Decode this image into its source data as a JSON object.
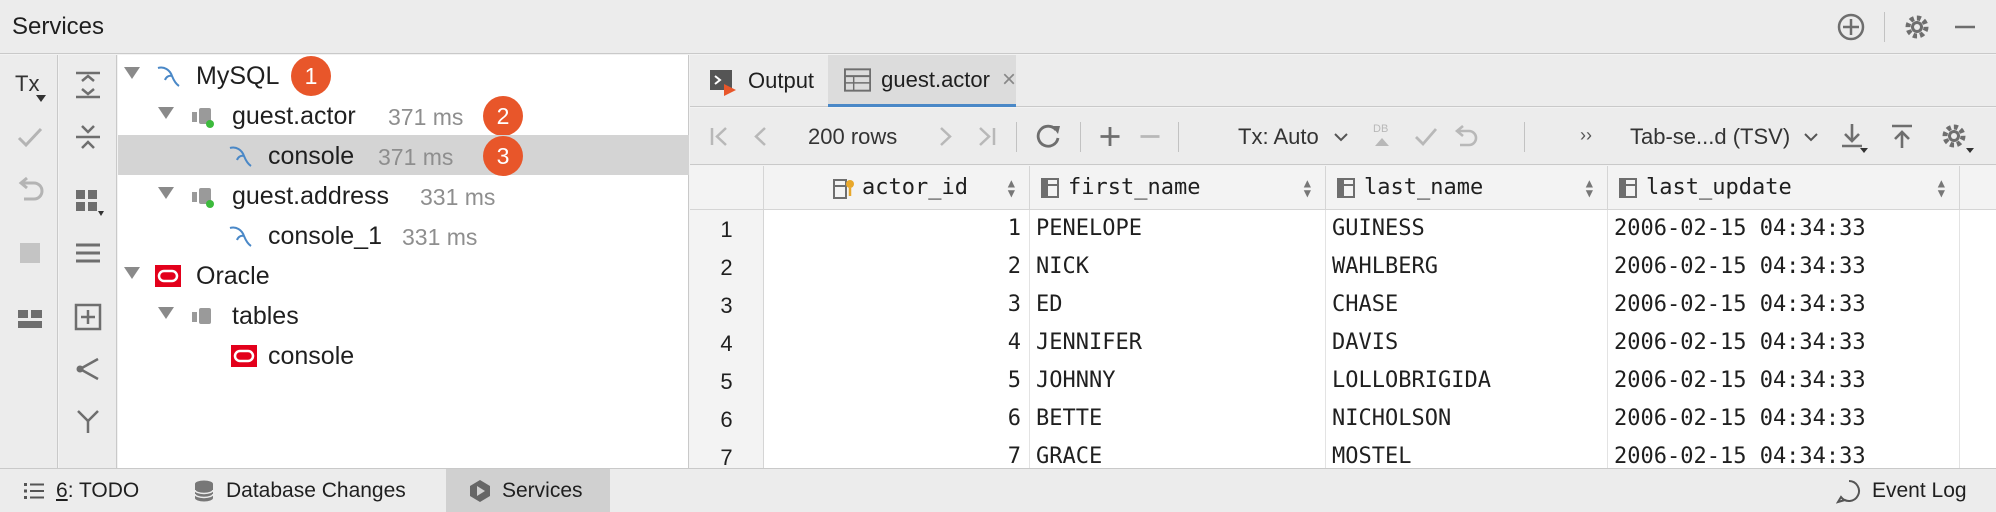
{
  "window": {
    "title": "Services"
  },
  "left_toolbar": {
    "tx_label": "Tx"
  },
  "tree": {
    "items": [
      {
        "label": "MySQL",
        "time": "",
        "badge": "1"
      },
      {
        "label": "guest.actor",
        "time": "371 ms",
        "badge": "2"
      },
      {
        "label": "console",
        "time": "371 ms",
        "badge": "3"
      },
      {
        "label": "guest.address",
        "time": "331 ms",
        "badge": ""
      },
      {
        "label": "console_1",
        "time": "331 ms",
        "badge": ""
      },
      {
        "label": "Oracle",
        "time": "",
        "badge": ""
      },
      {
        "label": "tables",
        "time": "",
        "badge": ""
      },
      {
        "label": "console",
        "time": "",
        "badge": ""
      }
    ]
  },
  "tabs": [
    {
      "label": "Output"
    },
    {
      "label": "guest.actor",
      "close": "×"
    }
  ],
  "toolbar": {
    "rows": "200 rows",
    "tx": "Tx: Auto",
    "format": "Tab-se...d (TSV)"
  },
  "grid": {
    "columns": [
      "actor_id",
      "first_name",
      "last_name",
      "last_update"
    ],
    "rows": [
      {
        "n": "1",
        "actor_id": "1",
        "first_name": "PENELOPE",
        "last_name": "GUINESS",
        "last_update": "2006-02-15 04:34:33"
      },
      {
        "n": "2",
        "actor_id": "2",
        "first_name": "NICK",
        "last_name": "WAHLBERG",
        "last_update": "2006-02-15 04:34:33"
      },
      {
        "n": "3",
        "actor_id": "3",
        "first_name": "ED",
        "last_name": "CHASE",
        "last_update": "2006-02-15 04:34:33"
      },
      {
        "n": "4",
        "actor_id": "4",
        "first_name": "JENNIFER",
        "last_name": "DAVIS",
        "last_update": "2006-02-15 04:34:33"
      },
      {
        "n": "5",
        "actor_id": "5",
        "first_name": "JOHNNY",
        "last_name": "LOLLOBRIGIDA",
        "last_update": "2006-02-15 04:34:33"
      },
      {
        "n": "6",
        "actor_id": "6",
        "first_name": "BETTE",
        "last_name": "NICHOLSON",
        "last_update": "2006-02-15 04:34:33"
      },
      {
        "n": "7",
        "actor_id": "7",
        "first_name": "GRACE",
        "last_name": "MOSTEL",
        "last_update": "2006-02-15 04:34:33"
      }
    ]
  },
  "statusbar": {
    "todo_num": "6",
    "todo_label": ": TODO",
    "db_changes": "Database Changes",
    "services": "Services",
    "event_log": "Event Log"
  },
  "colors": {
    "badge": "#e8562a",
    "mysql_icon": "#4a88c7",
    "oracle_icon": "#e3001b",
    "connected_dot": "#3cba3c",
    "active_tab_underline": "#4a88c7"
  },
  "icons": {
    "title_right": [
      "add-circle-icon",
      "gear-icon",
      "minimize-icon"
    ],
    "col1": [
      "tx-dropdown-icon",
      "commit-check-icon",
      "rollback-icon",
      "stop-icon",
      "layout-icon"
    ],
    "col2": [
      "expand-all-icon",
      "collapse-all-icon",
      "group-icon",
      "list-icon",
      "add-service-icon",
      "tree-icon",
      "split-icon"
    ]
  }
}
